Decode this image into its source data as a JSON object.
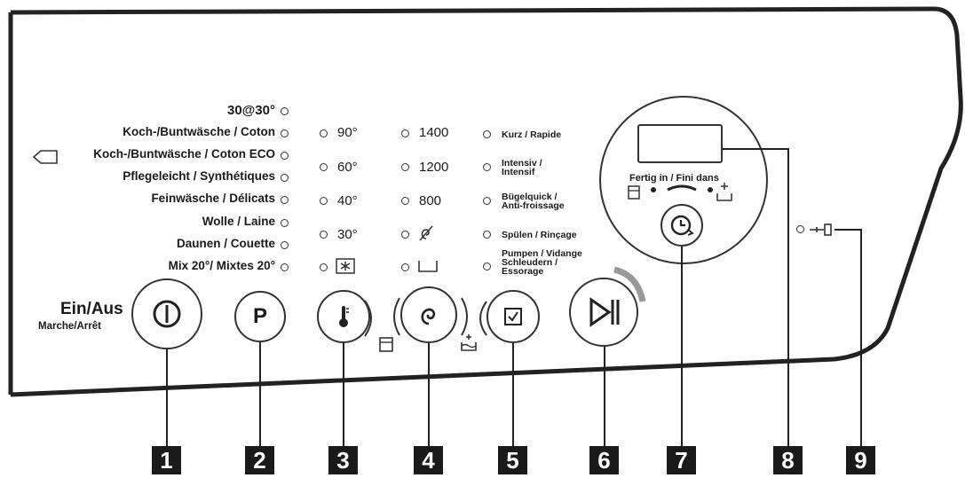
{
  "programs": [
    {
      "label": "30@30°"
    },
    {
      "label": "Koch-/Buntwäsche / Coton"
    },
    {
      "label": "Koch-/Buntwäsche / Coton ECO"
    },
    {
      "label": "Pflegeleicht / Synthétiques"
    },
    {
      "label": "Feinwäsche / Délicats"
    },
    {
      "label": "Wolle / Laine"
    },
    {
      "label": "Daunen / Couette"
    },
    {
      "label": "Mix 20°/ Mixtes 20°"
    }
  ],
  "temperatures": [
    "90°",
    "60°",
    "40°",
    "30°"
  ],
  "spin_speeds": [
    "1400",
    "1200",
    "800"
  ],
  "options": [
    {
      "line1": "Kurz / Rapide",
      "line2": ""
    },
    {
      "line1": "Intensiv /",
      "line2": "Intensif"
    },
    {
      "line1": "Bügelquick /",
      "line2": "Anti-froissage"
    },
    {
      "line1": "Spülen / Rinçage",
      "line2": ""
    },
    {
      "line1": "Pumpen / Vidange",
      "line2": "Schleudern /",
      "line3": "Essorage"
    }
  ],
  "power": {
    "label": "Ein/Aus",
    "sublabel": "Marche/Arrêt"
  },
  "program_button": {
    "label": "P"
  },
  "finish": {
    "label": "Fertig in / Fini dans"
  },
  "callouts": [
    "1",
    "2",
    "3",
    "4",
    "5",
    "6",
    "7",
    "8",
    "9"
  ],
  "icons": [
    "power-icon",
    "thermometer-icon",
    "spin-icon",
    "option-check-icon",
    "start-pause-icon",
    "delay-timer-icon",
    "door-lock-icon",
    "cold-wash-icon",
    "no-spin-icon",
    "tray-icon",
    "rinse-hold-icon"
  ]
}
